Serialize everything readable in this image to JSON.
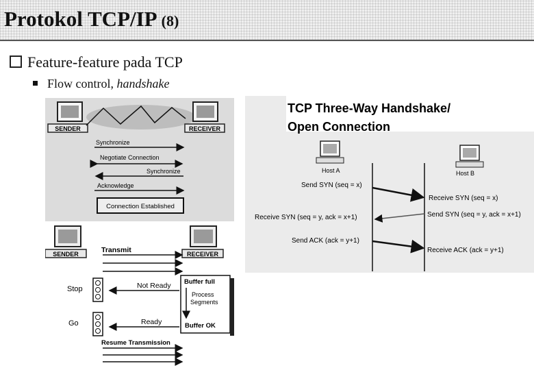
{
  "slide": {
    "title": "Protokol TCP/IP",
    "title_number": "(8)",
    "bullet1": "Feature-feature pada TCP",
    "bullet2_plain": "Flow control, ",
    "bullet2_italic": "handshake"
  },
  "flow_diagram": {
    "sender": "SENDER",
    "receiver": "RECEIVER",
    "synchronize": "Synchronize",
    "negotiate": "Negotiate Connection",
    "synchronize2": "Synchronize",
    "acknowledge": "Acknowledge",
    "established": "Connection Established"
  },
  "window_diagram": {
    "sender": "SENDER",
    "receiver": "RECEIVER",
    "transmit": "Transmit",
    "stop": "Stop",
    "not_ready": "Not Ready",
    "buffer_full": "Buffer full",
    "process_segments_1": "Process",
    "process_segments_2": "Segments",
    "go": "Go",
    "ready": "Ready",
    "buffer_ok": "Buffer OK",
    "resume": "Resume Transmission"
  },
  "handshake": {
    "title_line1": "TCP Three-Way Handshake/",
    "title_line2": "Open Connection",
    "host_a": "Host A",
    "host_b": "Host B",
    "send_syn": "Send SYN (seq = x)",
    "receive_syn_x": "Receive SYN (seq = x)",
    "send_syn_ack": "Send SYN (seq = y, ack = x+1)",
    "receive_syn_ack": "Receive SYN (seq = y, ack = x+1)",
    "send_ack": "Send ACK (ack = y+1)",
    "receive_ack": "Receive ACK (ack = y+1)"
  }
}
